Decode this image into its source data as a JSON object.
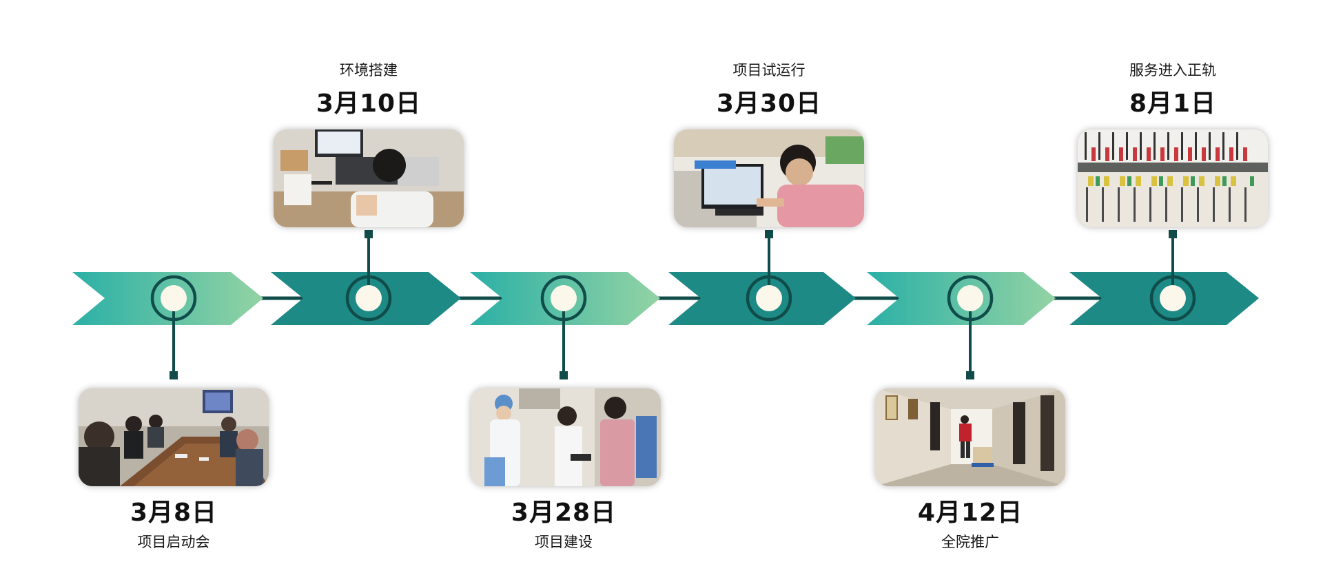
{
  "colors": {
    "arrow_dark": "#1e8a86",
    "arrow_light_start": "#2bb0a6",
    "arrow_light_end": "#93d3a4",
    "connector": "#0f4c4a",
    "node_fill": "#fbf7ea"
  },
  "milestones": [
    {
      "id": "kickoff",
      "label": "项目启动会",
      "date": "3月8日",
      "photo": "meeting-photo"
    },
    {
      "id": "environment",
      "label": "环境搭建",
      "date": "3月10日",
      "photo": "office-work-photo"
    },
    {
      "id": "construction",
      "label": "项目建设",
      "date": "3月28日",
      "photo": "medical-staff-photo"
    },
    {
      "id": "trial",
      "label": "项目试运行",
      "date": "3月30日",
      "photo": "computer-desk-photo"
    },
    {
      "id": "rollout",
      "label": "全院推广",
      "date": "4月12日",
      "photo": "hospital-corridor-photo"
    },
    {
      "id": "service",
      "label": "服务进入正轨",
      "date": "8月1日",
      "photo": "file-shelf-photo"
    }
  ]
}
